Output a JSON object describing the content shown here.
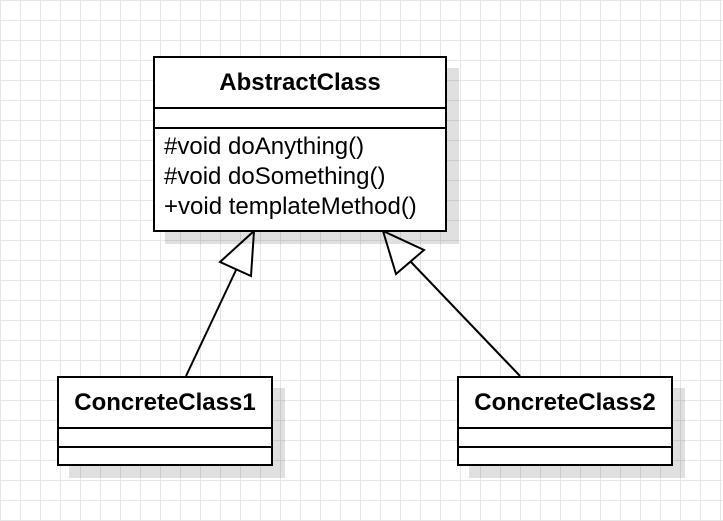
{
  "diagram": {
    "abstract_class": {
      "name": "AbstractClass",
      "attributes": [],
      "methods": [
        "#void doAnything()",
        "#void doSomething()",
        "+void templateMethod()"
      ]
    },
    "concrete_class_1": {
      "name": "ConcreteClass1",
      "attributes": [],
      "methods": []
    },
    "concrete_class_2": {
      "name": "ConcreteClass2",
      "attributes": [],
      "methods": []
    },
    "relations": [
      {
        "type": "generalization",
        "from": "ConcreteClass1",
        "to": "AbstractClass"
      },
      {
        "type": "generalization",
        "from": "ConcreteClass2",
        "to": "AbstractClass"
      }
    ]
  }
}
